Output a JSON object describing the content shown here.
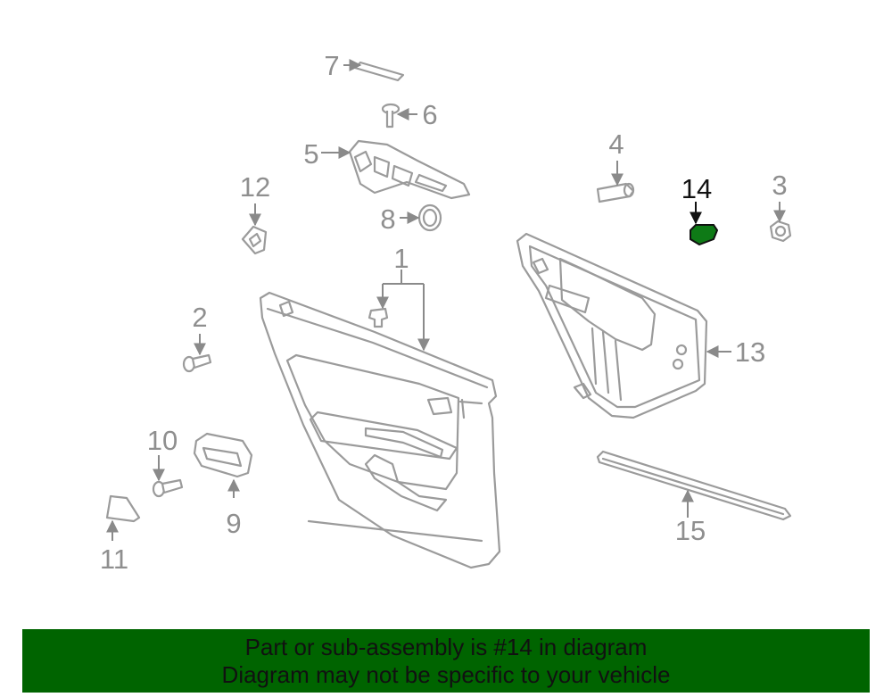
{
  "colors": {
    "banner_background": "#006400",
    "highlight_fill": "#0e7a16",
    "part_stroke": "#9b9b9b",
    "label_gray": "#8f8f8f"
  },
  "callouts": {
    "c1": "1",
    "c2": "2",
    "c3": "3",
    "c4": "4",
    "c5": "5",
    "c6": "6",
    "c7": "7",
    "c8": "8",
    "c9": "9",
    "c10": "10",
    "c11": "11",
    "c12": "12",
    "c13": "13",
    "c14": "14",
    "c15": "15"
  },
  "highlighted_part": "14",
  "banner": {
    "line1": "Part or sub-assembly is #14 in diagram",
    "line2": "Diagram may not be specific to your vehicle"
  }
}
